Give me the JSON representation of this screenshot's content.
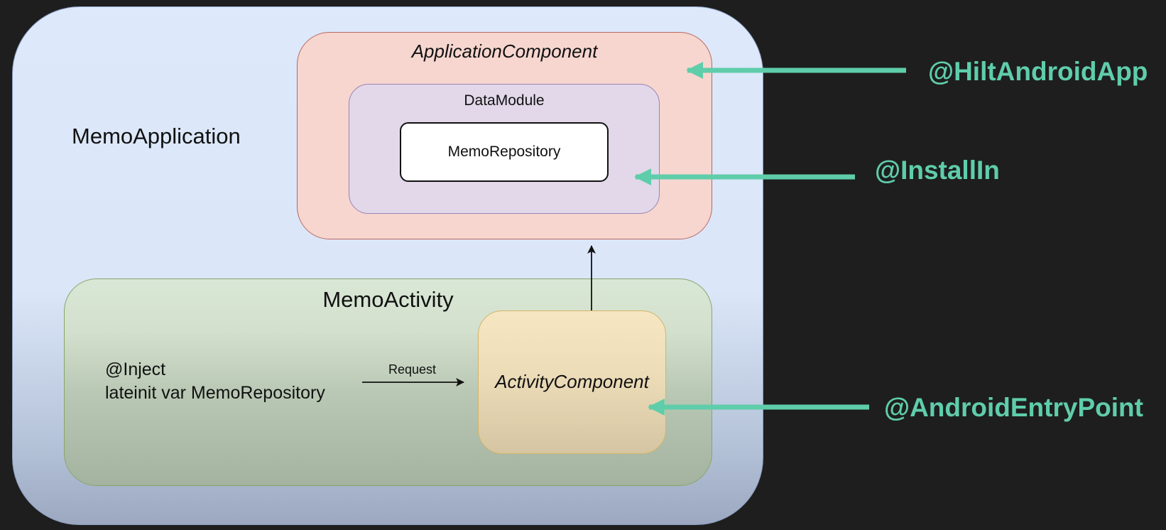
{
  "colors": {
    "background": "#1e1e1e",
    "annotation": "#5fcdaa",
    "memo_application_fill": "#dde8fb",
    "application_component_fill": "#f6d6cf",
    "data_module_fill": "#e2d8e9",
    "memo_repository_fill": "#ffffff",
    "memo_activity_fill": "#d9e7d6",
    "activity_component_fill": "#f6e6c2"
  },
  "diagram": {
    "memo_application": {
      "label": "MemoApplication"
    },
    "application_component": {
      "label": "ApplicationComponent"
    },
    "data_module": {
      "label": "DataModule"
    },
    "memo_repository": {
      "label": "MemoRepository"
    },
    "memo_activity": {
      "label": "MemoActivity"
    },
    "activity_component": {
      "label": "ActivityComponent"
    },
    "injection": {
      "line1": "@Inject",
      "line2": "lateinit var MemoRepository"
    },
    "request_label": "Request"
  },
  "annotations": {
    "hilt_android_app": "@HiltAndroidApp",
    "install_in": "@InstallIn",
    "android_entry_point": "@AndroidEntryPoint"
  }
}
